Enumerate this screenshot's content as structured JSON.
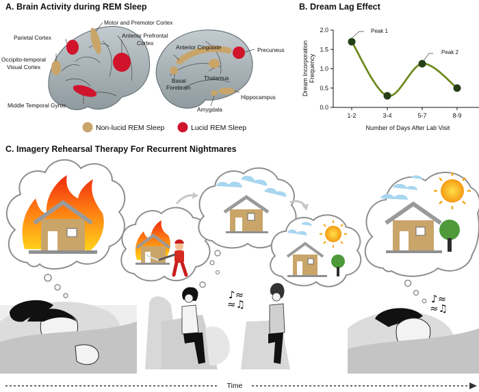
{
  "panelA": {
    "title": "A. Brain Activity during REM Sleep",
    "labels": {
      "parietal": "Parietal Cortex",
      "occipito1": "Occipito-temporal",
      "occipito2": "Visual Cortex",
      "midTemporal": "Middle Temporal Gyrus",
      "motor": "Motor and Premotor Cortex",
      "antPref1": "Anterior Prefrontal",
      "antPref2": "Cortex",
      "antCing": "Anterior Cingulate",
      "precuneus": "Precuneus",
      "basal1": "Basal",
      "basal2": "Forebrain",
      "thalamus": "Thalamus",
      "hippocampus": "Hippocampus",
      "amygdala": "Amygdala"
    },
    "legend": {
      "nonLucid": "Non-lucid REM Sleep",
      "lucid": "Lucid REM Sleep"
    },
    "colors": {
      "nonLucid": "#c9a56a",
      "lucid": "#d0142c",
      "brain": "#a9b3b8"
    }
  },
  "panelB": {
    "title": "B. Dream Lag Effect",
    "annotations": [
      "Peak 1",
      "Peak 2"
    ]
  },
  "chart_data": {
    "type": "line",
    "categories": [
      "1-2",
      "3-4",
      "5-7",
      "8-9"
    ],
    "values": [
      1.7,
      0.3,
      1.13,
      0.5
    ],
    "xlabel": "Number of Days After Lab Visit",
    "ylabel": "Dream Incorporation Frequency",
    "ylabel_lines": [
      "Dream Incorporation",
      "Frequency"
    ],
    "ylim": [
      0,
      2.0
    ],
    "yticks": [
      0.0,
      0.5,
      1.0,
      1.5,
      2.0
    ],
    "ytick_labels": [
      "0.0",
      "0.5",
      "1.0",
      "1.5",
      "2.0"
    ],
    "line_color": "#6e8a1e",
    "point_color": "#253f16"
  },
  "panelC": {
    "title": "C. Imagery Rehearsal Therapy For Recurrent Nightmares",
    "timeLabel": "Time"
  }
}
